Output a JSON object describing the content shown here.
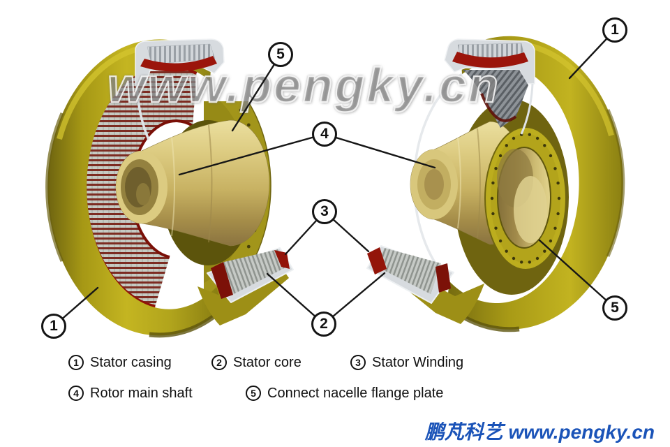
{
  "watermark": "www.pengky.cn",
  "footer": {
    "text": "鹏芃科艺 www.pengky.cn",
    "color": "#1a53b8"
  },
  "callouts": {
    "flange_left": "5",
    "casing_right": "1",
    "shaft": "4",
    "winding": "3",
    "core": "2",
    "casing_left": "1",
    "flange_right": "5"
  },
  "legend": {
    "items": [
      {
        "num": "1",
        "label": "Stator casing"
      },
      {
        "num": "2",
        "label": "Stator core"
      },
      {
        "num": "3",
        "label": "Stator Winding"
      },
      {
        "num": "4",
        "label": "Rotor main shaft"
      },
      {
        "num": "5",
        "label": "Connect nacelle flange plate"
      }
    ]
  },
  "colors": {
    "casing_yellow": "#c2b320",
    "winding_red": "#9b150b",
    "core_gray": "#c6cac6",
    "shaft_tan": "#cdb963",
    "cut_face_silver": "#d7dbdf",
    "footer_blue": "#1a53b8"
  }
}
